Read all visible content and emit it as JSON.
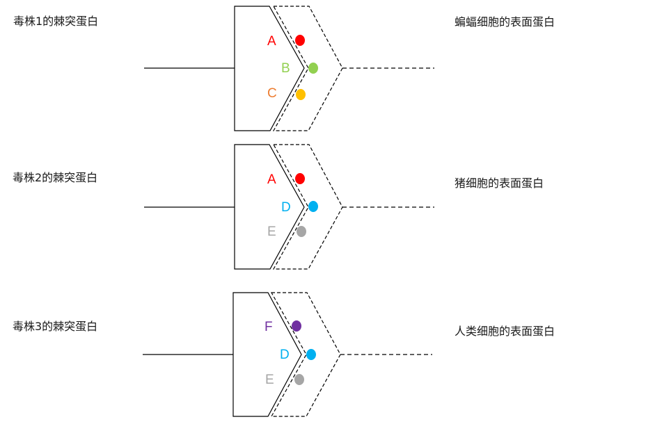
{
  "rows": [
    {
      "strain_label": "毒株1的棘突蛋白",
      "cell_label": "蝙蝠细胞的表面蛋白",
      "sites": [
        {
          "letter": "A",
          "color": "#ff0000",
          "dot_color": "#ff0000"
        },
        {
          "letter": "B",
          "color": "#92d050",
          "dot_color": "#92d050"
        },
        {
          "letter": "C",
          "color": "#ed7d31",
          "dot_color": "#ffc000"
        }
      ]
    },
    {
      "strain_label": "毒株2的棘突蛋白",
      "cell_label": "猪细胞的表面蛋白",
      "sites": [
        {
          "letter": "A",
          "color": "#ff0000",
          "dot_color": "#ff0000"
        },
        {
          "letter": "D",
          "color": "#00b0f0",
          "dot_color": "#00b0f0"
        },
        {
          "letter": "E",
          "color": "#a6a6a6",
          "dot_color": "#a6a6a6"
        }
      ]
    },
    {
      "strain_label": "毒株3的棘突蛋白",
      "cell_label": "人类细胞的表面蛋白",
      "sites": [
        {
          "letter": "F",
          "color": "#7030a0",
          "dot_color": "#7030a0"
        },
        {
          "letter": "D",
          "color": "#00b0f0",
          "dot_color": "#00b0f0"
        },
        {
          "letter": "E",
          "color": "#a6a6a6",
          "dot_color": "#a6a6a6"
        }
      ]
    }
  ]
}
